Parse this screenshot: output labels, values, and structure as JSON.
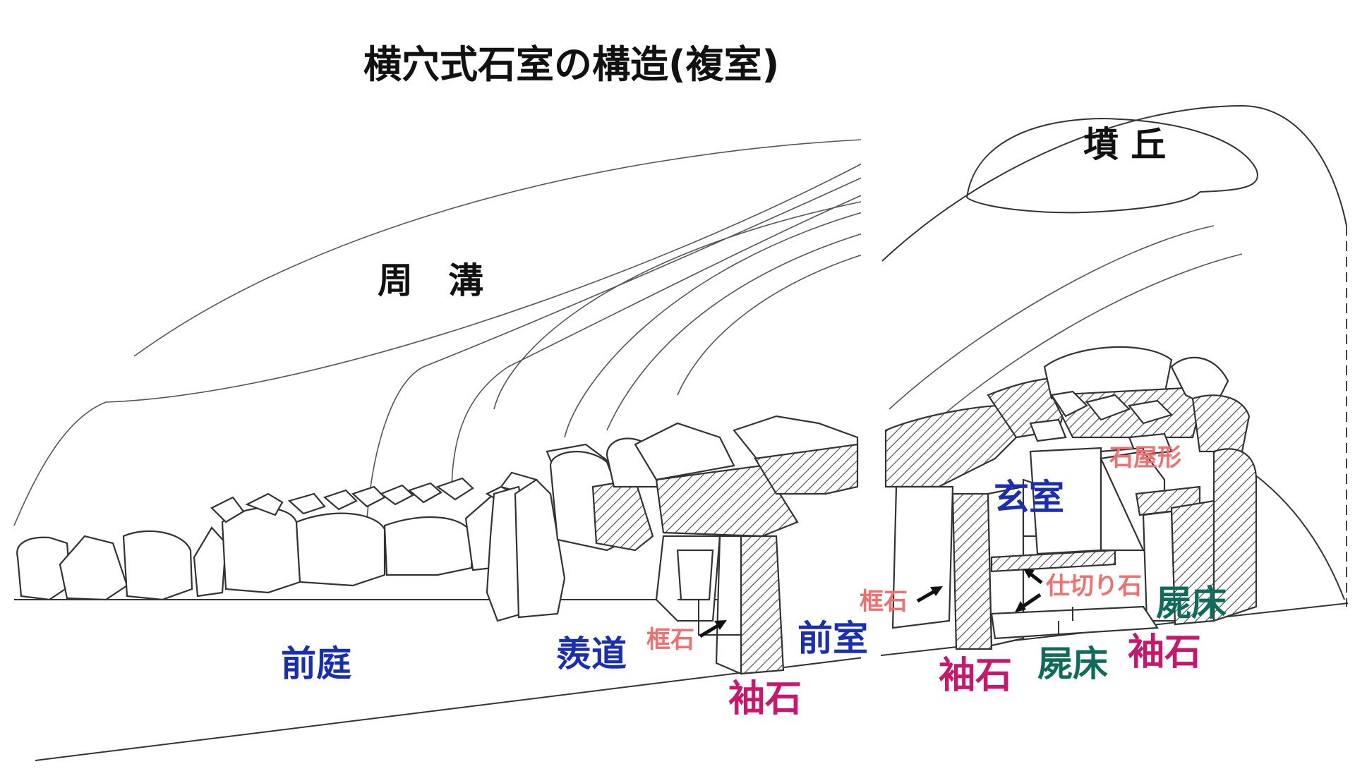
{
  "title": "横穴式石室の構造(複室)",
  "labels": {
    "shuko": "周　溝",
    "funkyu": "墳 丘",
    "zentei": "前庭",
    "sendo": "羨道",
    "zenshitsu": "前室",
    "genshitsu": "玄室",
    "sodeishi_front": "袖石",
    "sodeishi_left": "袖石",
    "sodeishi_right": "袖石",
    "kamachiishi_front": "框石",
    "kamachiishi_back": "框石",
    "shikiriishi": "仕切り石",
    "shisho_center": "屍床",
    "shisho_right": "屍床",
    "ishiyagata": "石屋形"
  },
  "colors": {
    "black": "#111111",
    "blue": "#1a2fb0",
    "magenta": "#c8186e",
    "teal": "#0f6b5a",
    "salmon": "#f07070"
  }
}
